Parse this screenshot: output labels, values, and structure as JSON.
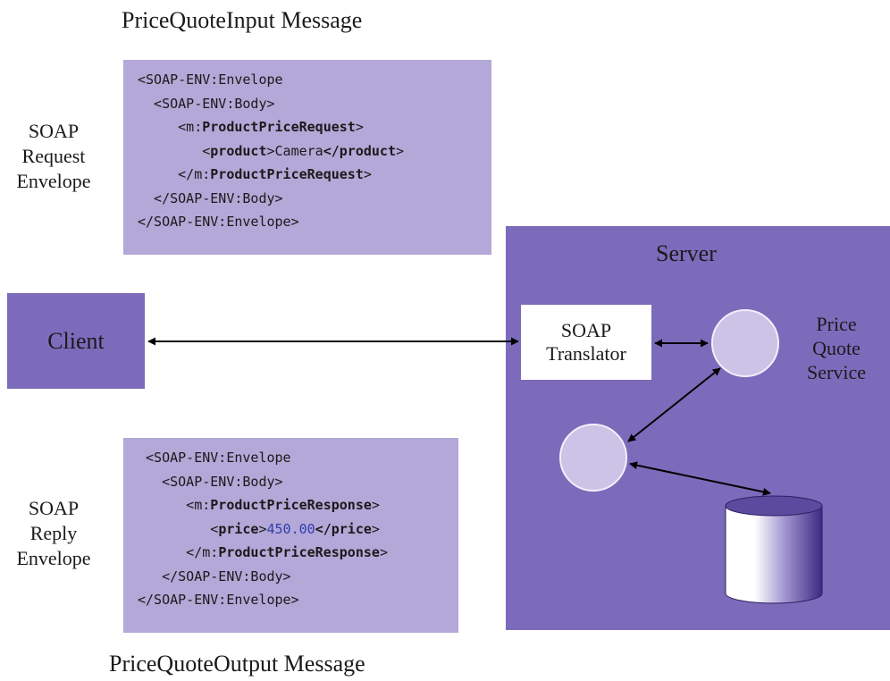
{
  "titles": {
    "input": "PriceQuoteInput Message",
    "output": "PriceQuoteOutput Message"
  },
  "labels": {
    "request": [
      "SOAP",
      "Request",
      "Envelope"
    ],
    "reply": [
      "SOAP",
      "Reply",
      "Envelope"
    ]
  },
  "request_xml": [
    {
      "pre": "<SOAP-ENV:Envelope",
      "bold": "",
      "mid": "",
      "val": "",
      "bold2": "",
      "post": ""
    },
    {
      "pre": "  <SOAP-ENV:Body>",
      "bold": "",
      "mid": "",
      "val": "",
      "bold2": "",
      "post": ""
    },
    {
      "pre": "     <m:",
      "bold": "ProductPriceRequest",
      "mid": ">",
      "val": "",
      "bold2": "",
      "post": ""
    },
    {
      "pre": "        <",
      "bold": "product",
      "mid": ">",
      "val": "Camera",
      "bold2": "</product",
      "post": ">"
    },
    {
      "pre": "     </m:",
      "bold": "ProductPriceRequest",
      "mid": ">",
      "val": "",
      "bold2": "",
      "post": ""
    },
    {
      "pre": "  </SOAP-ENV:Body>",
      "bold": "",
      "mid": "",
      "val": "",
      "bold2": "",
      "post": ""
    },
    {
      "pre": "</SOAP-ENV:Envelope>",
      "bold": "",
      "mid": "",
      "val": "",
      "bold2": "",
      "post": ""
    }
  ],
  "reply_xml": [
    {
      "pre": " <SOAP-ENV:Envelope",
      "bold": "",
      "mid": "",
      "val": "",
      "bold2": "",
      "post": ""
    },
    {
      "pre": "   <SOAP-ENV:Body>",
      "bold": "",
      "mid": "",
      "val": "",
      "bold2": "",
      "post": ""
    },
    {
      "pre": "      <m:",
      "bold": "ProductPriceResponse",
      "mid": ">",
      "val": "",
      "bold2": "",
      "post": ""
    },
    {
      "pre": "         <",
      "bold": "price",
      "mid": ">",
      "val": "450.00",
      "bold2": "</price",
      "post": ">"
    },
    {
      "pre": "      </m:",
      "bold": "ProductPriceResponse",
      "mid": ">",
      "val": "",
      "bold2": "",
      "post": ""
    },
    {
      "pre": "   </SOAP-ENV:Body>",
      "bold": "",
      "mid": "",
      "val": "",
      "bold2": "",
      "post": ""
    },
    {
      "pre": "</SOAP-ENV:Envelope>",
      "bold": "",
      "mid": "",
      "val": "",
      "bold2": "",
      "post": ""
    }
  ],
  "client": "Client",
  "server": {
    "title": "Server",
    "translator": [
      "SOAP",
      "Translator"
    ],
    "service": [
      "Price",
      "Quote",
      "Service"
    ]
  },
  "colors": {
    "xml_box": "#b3a8d8",
    "node_box": "#7c6bbb",
    "circle": "#cbc4e6",
    "db_top": "#5b4a9e",
    "db_dark": "#3f2f86"
  }
}
